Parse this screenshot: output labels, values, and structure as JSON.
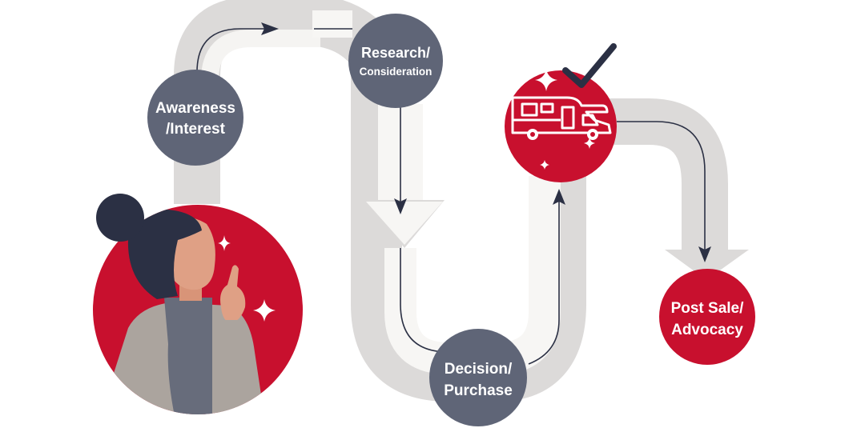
{
  "stages": [
    {
      "id": "awareness",
      "lines": [
        "Awareness",
        "/Interest"
      ]
    },
    {
      "id": "research",
      "lines": [
        "Research/",
        "Consideration"
      ]
    },
    {
      "id": "decision",
      "lines": [
        "Decision/",
        "Purchase"
      ]
    },
    {
      "id": "postsale",
      "lines": [
        "Post Sale/",
        "Advocacy"
      ]
    }
  ],
  "icons": {
    "person": "thinking-woman-illustration",
    "rv": "motorhome-icon",
    "check": "checkmark-icon",
    "sparkle": "sparkle-icon"
  },
  "colors": {
    "path_gray": "#dcdad9",
    "path_light": "#f5f4f2",
    "circle_gray": "#5f6577",
    "brand_red": "#c8102e",
    "navy": "#2b3044"
  }
}
